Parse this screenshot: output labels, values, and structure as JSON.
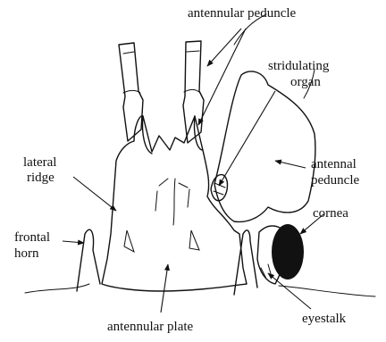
{
  "labels": {
    "antennular_peduncle": "antennular peduncle",
    "stridulating_line1": "stridulating",
    "stridulating_line2": "organ",
    "lateral_line1": "lateral",
    "lateral_line2": "ridge",
    "antennal_line1": "antennal",
    "antennal_line2": "peduncle",
    "frontal_line1": "frontal",
    "frontal_line2": "horn",
    "cornea": "cornea",
    "eyestalk": "eyestalk",
    "antennular_plate": "antennular plate"
  },
  "colors": {
    "ink": "#111111",
    "background": "#ffffff"
  }
}
